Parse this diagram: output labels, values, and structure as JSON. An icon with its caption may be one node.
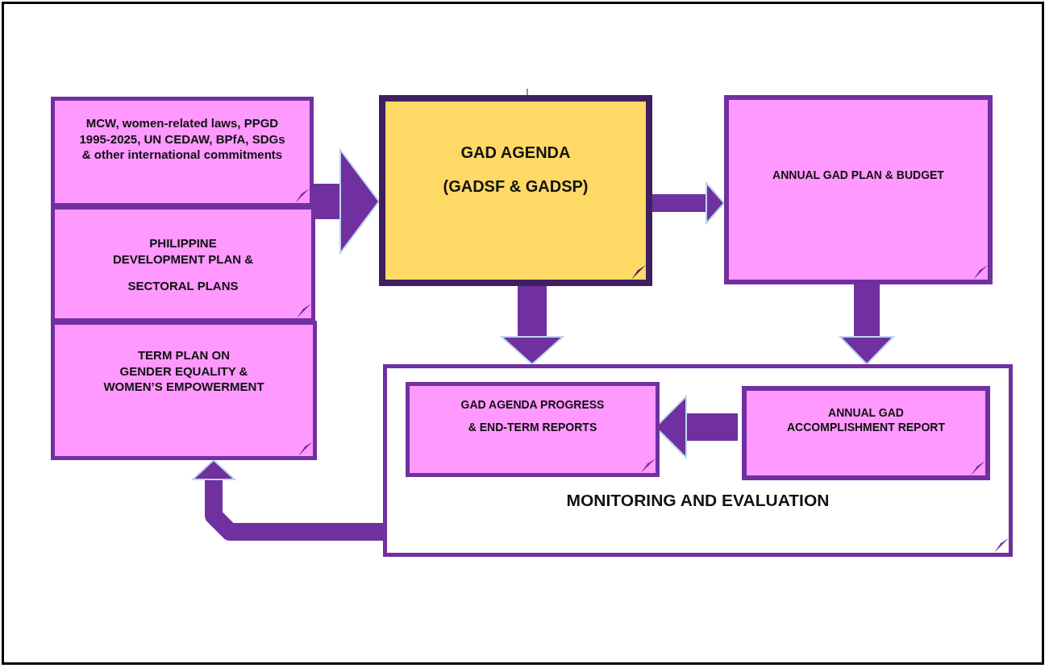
{
  "diagram": {
    "nodes": [
      {
        "text": [
          "MCW, women-related laws, PPGD 1995-2025, UN CEDAW, BPfA, SDGs & other international commitments"
        ]
      },
      {
        "text": [
          "PHILIPPINE DEVELOPMENT PLAN &",
          "SECTORAL PLANS"
        ]
      },
      {
        "text": [
          "TERM PLAN ON GENDER EQUALITY & WOMEN’S EMPOWERMENT"
        ]
      },
      {
        "text": [
          "GAD AGENDA",
          "(GADSF & GADSP)"
        ]
      },
      {
        "text": [
          "ANNUAL GAD PLAN & BUDGET"
        ]
      },
      {
        "text": [
          "MONITORING AND EVALUATION"
        ]
      },
      {
        "text": [
          "GAD AGENDA PROGRESS",
          "& END-TERM REPORTS"
        ],
        "in": 5
      },
      {
        "text": [
          "ANNUAL GAD ACCOMPLISHMENT REPORT"
        ],
        "in": 5
      }
    ],
    "edges": [
      {
        "from": 0,
        "to": 3,
        "arrow": "to"
      },
      {
        "from": 3,
        "to": 4,
        "arrow": "to"
      },
      {
        "from": 3,
        "to": 5,
        "arrow": "to"
      },
      {
        "from": 4,
        "to": 5,
        "arrow": "to"
      },
      {
        "from": 7,
        "to": 6,
        "arrow": "to"
      },
      {
        "from": 5,
        "to": 2,
        "arrow": "to"
      }
    ]
  }
}
